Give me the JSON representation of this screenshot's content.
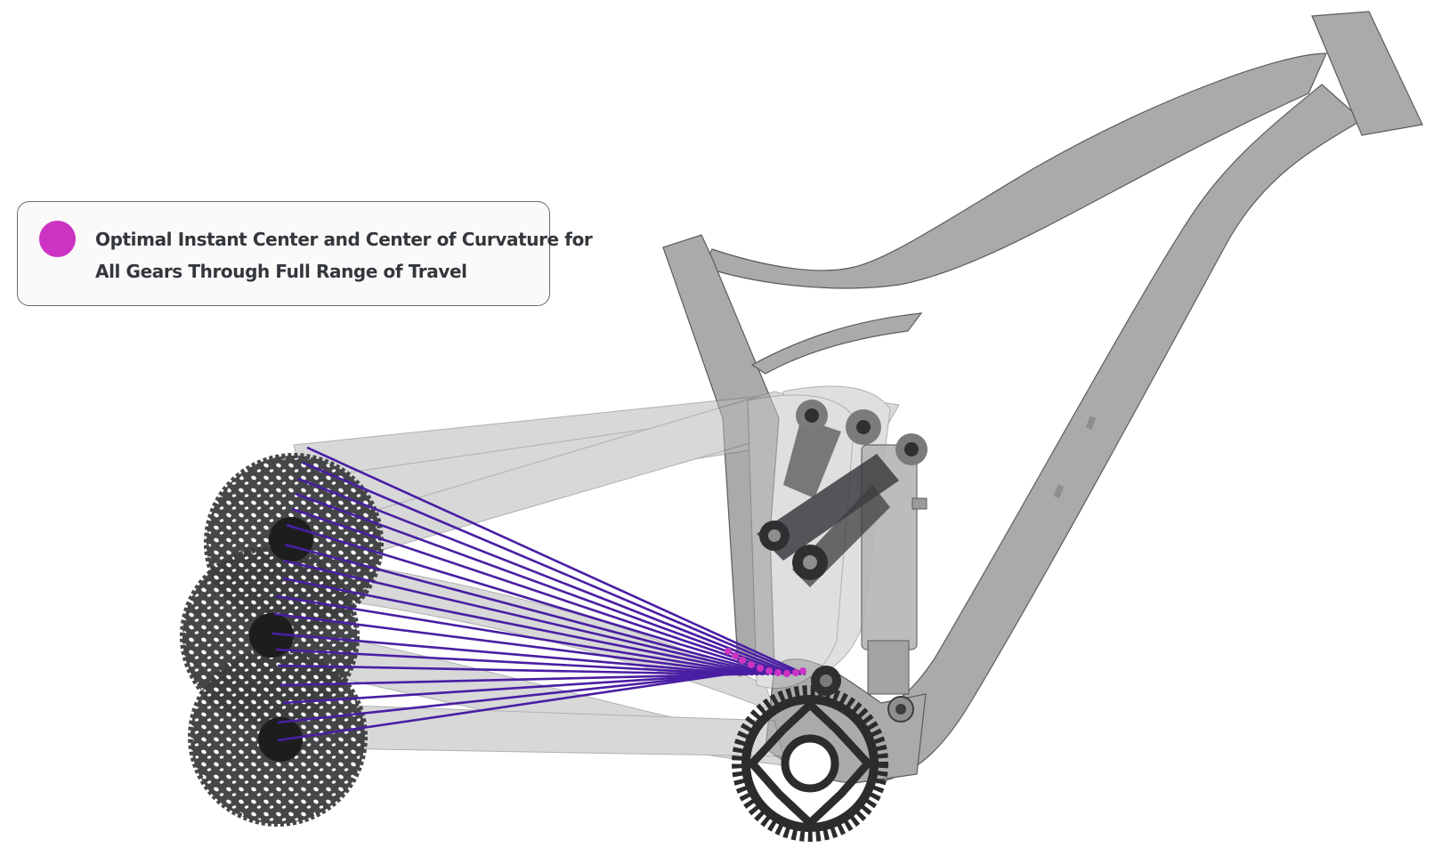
{
  "legend": {
    "marker_color": "#cc33c2",
    "line1": "Optimal Instant Center and Center of Curvature for",
    "line2": "All Gears Through Full Range of Travel"
  },
  "diagram": {
    "components": [
      "front-triangle-frame",
      "rear-triangle-positions",
      "rocker-link",
      "rear-shock",
      "cassette-positions",
      "chainring",
      "chain-lines",
      "instant-center-points"
    ],
    "colors": {
      "frame": "#a9aaab",
      "swingarm": "#c8c9ca",
      "link": "#3c3d3f",
      "chain_line": "#4a1ea3",
      "instant_center": "#cc33c2"
    }
  }
}
